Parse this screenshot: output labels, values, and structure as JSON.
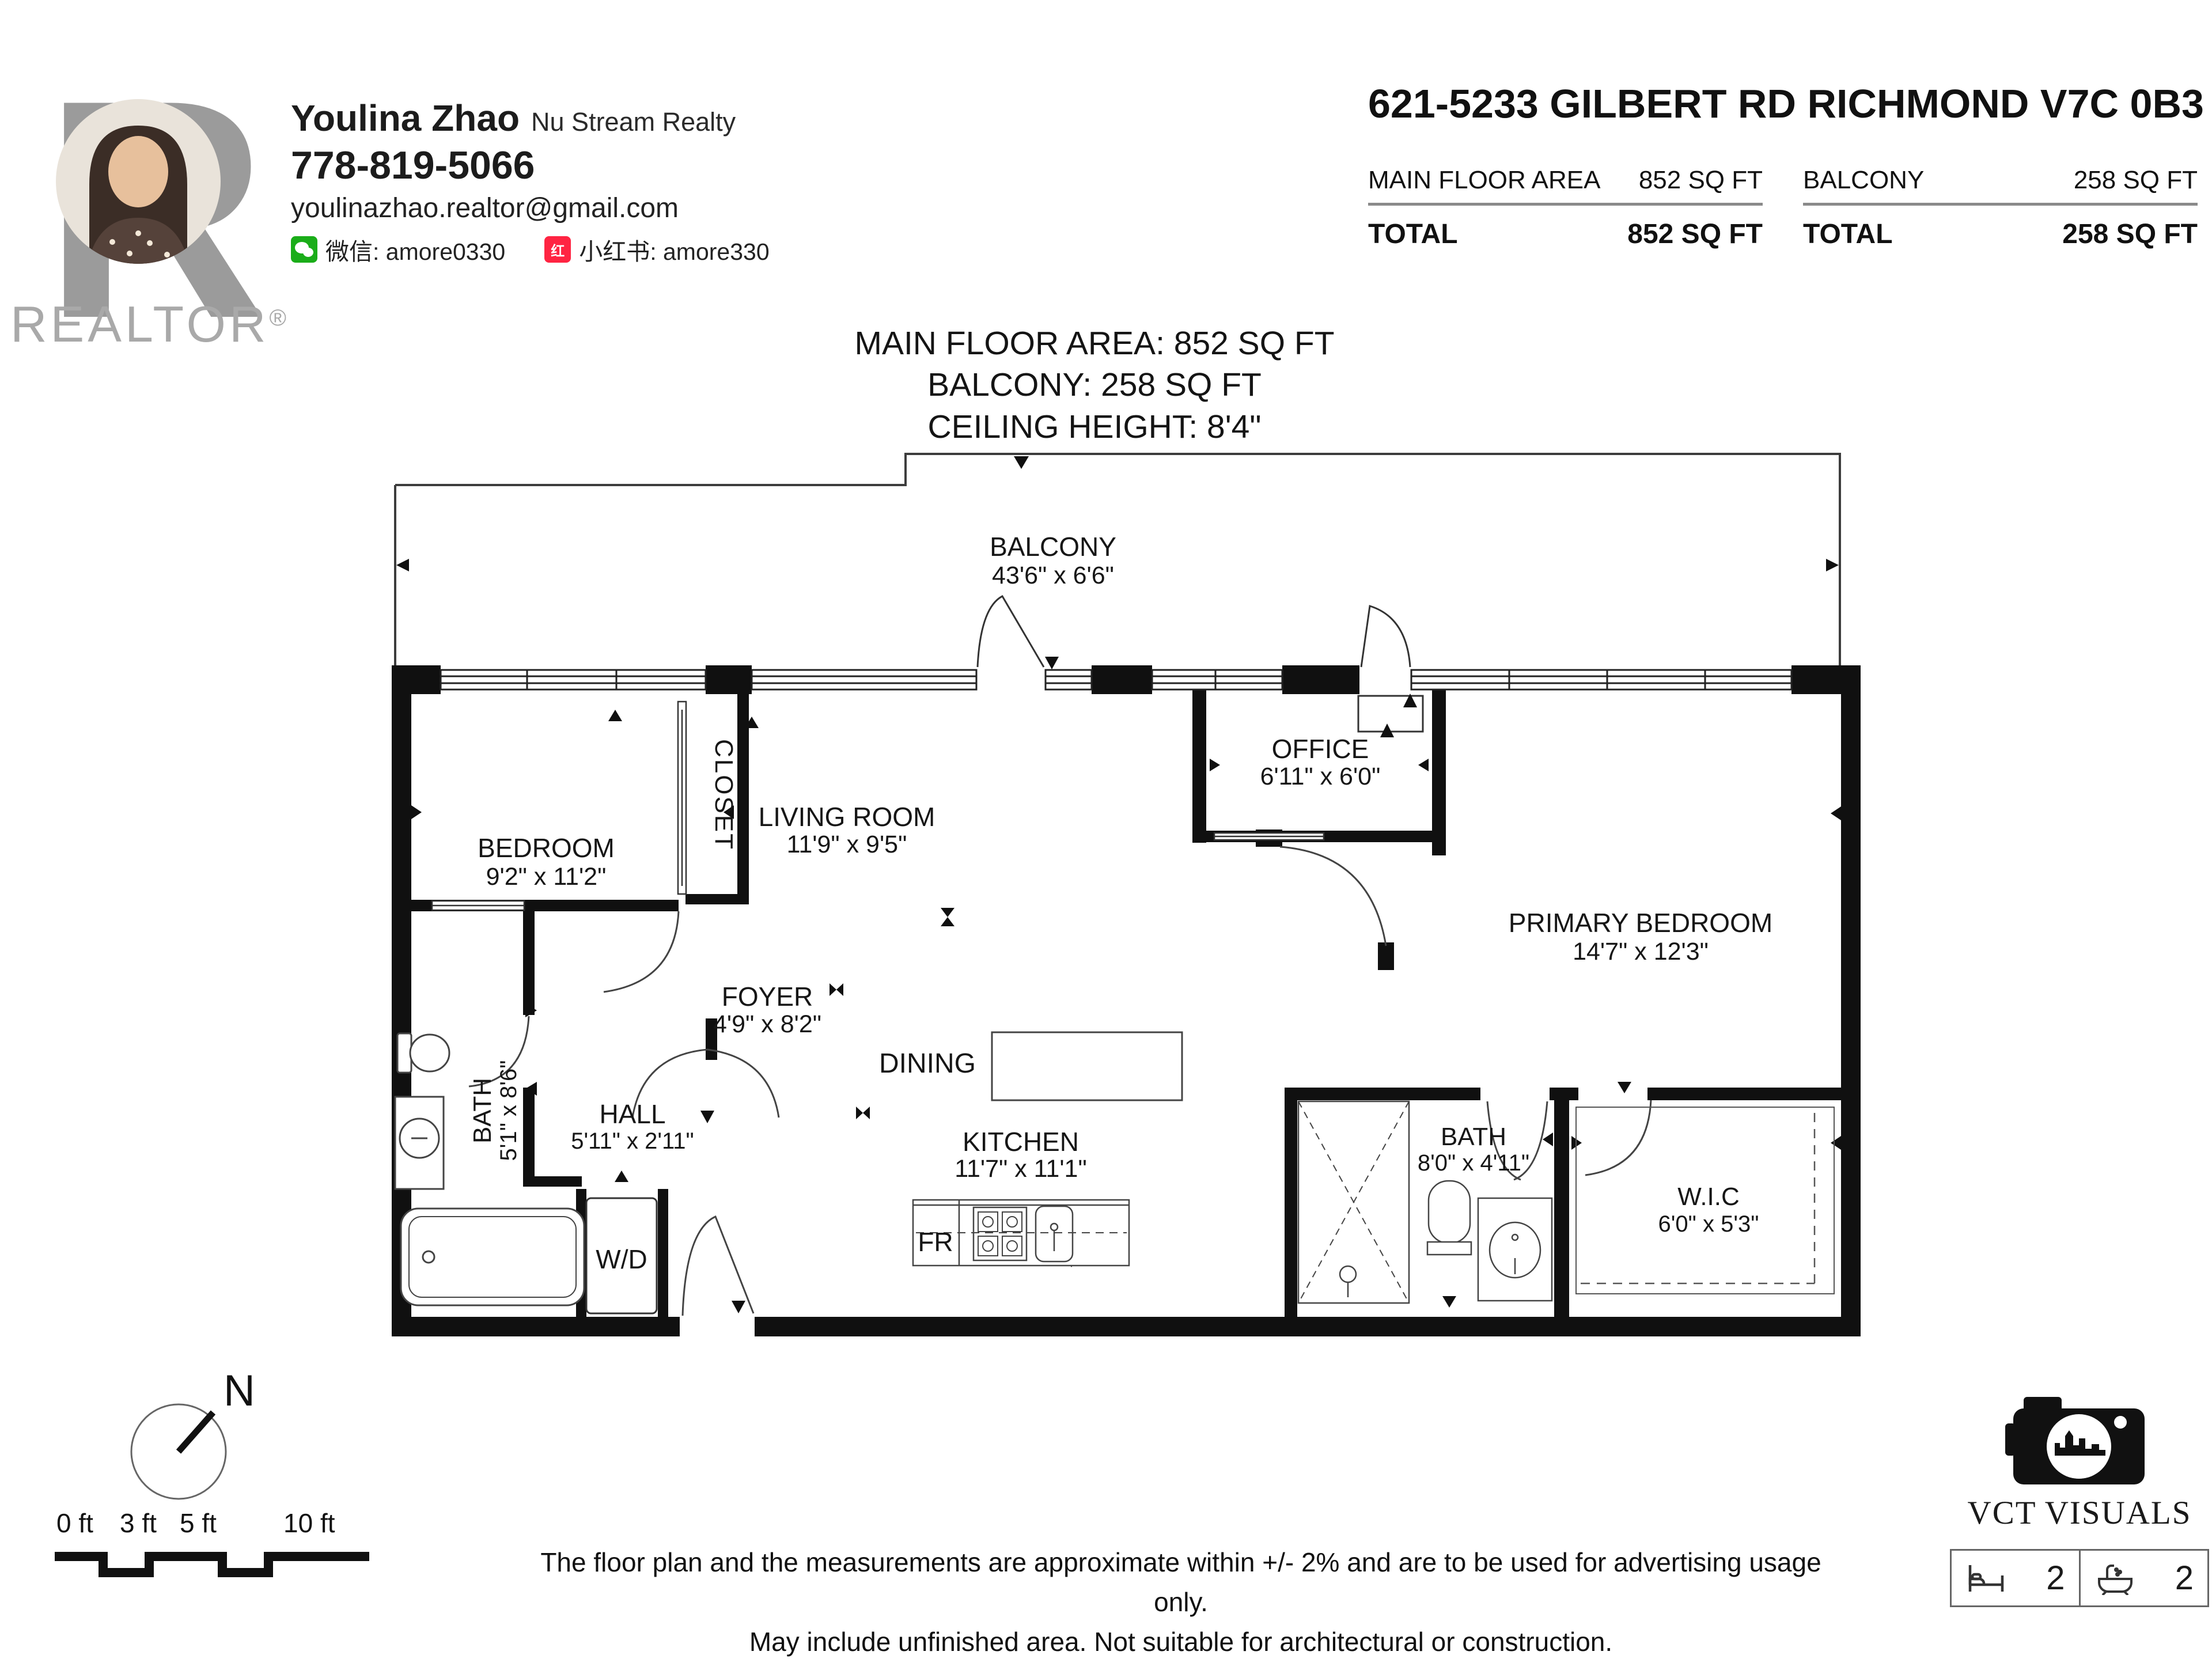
{
  "agent": {
    "name": "Youlina Zhao",
    "brokerage": "Nu Stream Realty",
    "phone": "778-819-5066",
    "email": "youlinazhao.realtor@gmail.com",
    "wechat": "微信: amore0330",
    "xiaohongshu": "小红书: amore330",
    "xhs_chip": "红",
    "realtor_wordmark": "REALTOR",
    "registered_mark": "®",
    "logo_letter": "R"
  },
  "header": {
    "address": "621-5233 GILBERT RD RICHMOND V7C 0B3",
    "area_table": {
      "main_label": "MAIN FLOOR AREA",
      "main_value": "852 SQ FT",
      "main_total_label": "TOTAL",
      "main_total_value": "852 SQ FT",
      "balcony_label": "BALCONY",
      "balcony_value": "258 SQ FT",
      "balcony_total_label": "TOTAL",
      "balcony_total_value": "258 SQ FT"
    }
  },
  "summary": {
    "line1": "MAIN FLOOR AREA: 852 SQ FT",
    "line2": "BALCONY: 258 SQ FT",
    "line3": "CEILING HEIGHT: 8'4\""
  },
  "rooms": {
    "balcony": {
      "name": "BALCONY",
      "dims": "43'6\" x 6'6\""
    },
    "bedroom": {
      "name": "BEDROOM",
      "dims": "9'2\" x 11'2\""
    },
    "closet": {
      "name": "CLOSET",
      "dims": ""
    },
    "living": {
      "name": "LIVING ROOM",
      "dims": "11'9\" x 9'5\""
    },
    "office": {
      "name": "OFFICE",
      "dims": "6'11\" x 6'0\""
    },
    "primary": {
      "name": "PRIMARY BEDROOM",
      "dims": "14'7\" x 12'3\""
    },
    "bath_left": {
      "name": "BATH",
      "dims": "5'1\" x 8'6\""
    },
    "hall": {
      "name": "HALL",
      "dims": "5'11\" x 2'11\""
    },
    "foyer": {
      "name": "FOYER",
      "dims": "4'9\" x 8'2\""
    },
    "dining": {
      "name": "DINING",
      "dims": ""
    },
    "kitchen": {
      "name": "KITCHEN",
      "dims": "11'7\" x 11'1\""
    },
    "bath_right": {
      "name": "BATH",
      "dims": "8'0\" x 4'11\""
    },
    "wic": {
      "name": "W.I.C",
      "dims": "6'0\" x 5'3\""
    },
    "wd": {
      "name": "W/D",
      "dims": ""
    },
    "fridge": {
      "name": "FR",
      "dims": ""
    }
  },
  "compass": {
    "north_label": "N"
  },
  "scale_bar": {
    "t0": "0 ft",
    "t1": "3 ft",
    "t2": "5 ft",
    "t3": "10 ft"
  },
  "disclaimer": {
    "line1": "The floor plan and the measurements are approximate within +/- 2% and are to be used for advertising usage only.",
    "line2": "May include unfinished area. Not suitable for architectural or construction."
  },
  "branding": {
    "studio": "VCT VISUALS",
    "beds": "2",
    "baths": "2"
  }
}
